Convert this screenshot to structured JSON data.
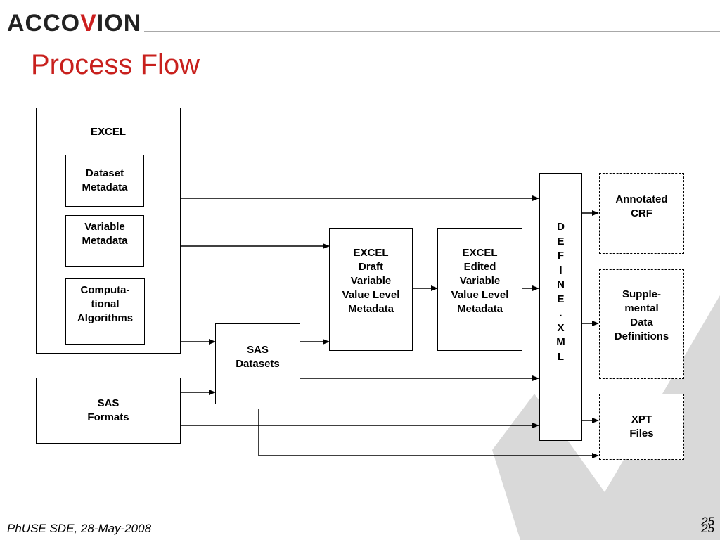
{
  "header": {
    "logo_text_1": "ACCO",
    "logo_text_2": "V",
    "logo_text_3": "ION",
    "title": "Process Flow"
  },
  "diagram": {
    "excel_group_label": "EXCEL",
    "dataset_metadata": "Dataset\nMetadata",
    "variable_metadata": "Variable\nMetadata",
    "computational_algorithms": "Computa-\ntional\nAlgorithms",
    "sas_formats": "SAS\nFormats",
    "sas_datasets": "SAS\nDatasets",
    "excel_draft": "EXCEL\nDraft\nVariable\nValue Level\nMetadata",
    "excel_edited": "EXCEL\nEdited\nVariable\nValue Level\nMetadata",
    "define_letters": [
      "D",
      "E",
      "F",
      "I",
      "N",
      "E",
      ".",
      "X",
      "M",
      "L"
    ],
    "annotated_crf": "Annotated\nCRF",
    "supplemental": "Supple-\nmental\nData\nDefinitions",
    "xpt_files": "XPT\nFiles"
  },
  "footer": {
    "left": "PhUSE SDE, 28-May-2008",
    "page_number_a": "25",
    "page_number_b": "25"
  },
  "colors": {
    "brand_red": "#c8201d",
    "watermark_gray": "#d6d6d6"
  }
}
